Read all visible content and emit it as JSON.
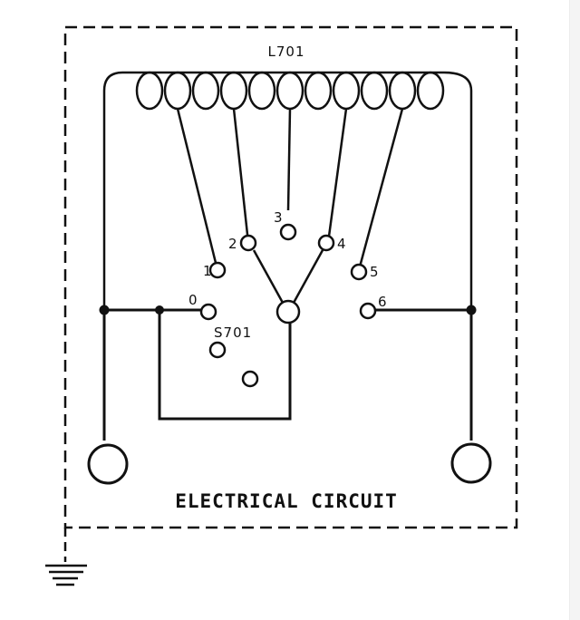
{
  "title": "ELECTRICAL CIRCUIT",
  "coil": {
    "label": "L701"
  },
  "switch": {
    "label": "S701",
    "contacts": [
      {
        "id": "c0",
        "label": "0"
      },
      {
        "id": "c1",
        "label": "1"
      },
      {
        "id": "c2",
        "label": "2"
      },
      {
        "id": "c3",
        "label": "3"
      },
      {
        "id": "c4",
        "label": "4"
      },
      {
        "id": "c5",
        "label": "5"
      },
      {
        "id": "c6",
        "label": "6"
      }
    ]
  },
  "colors": {
    "ink": "#111111",
    "background": "#ffffff"
  }
}
